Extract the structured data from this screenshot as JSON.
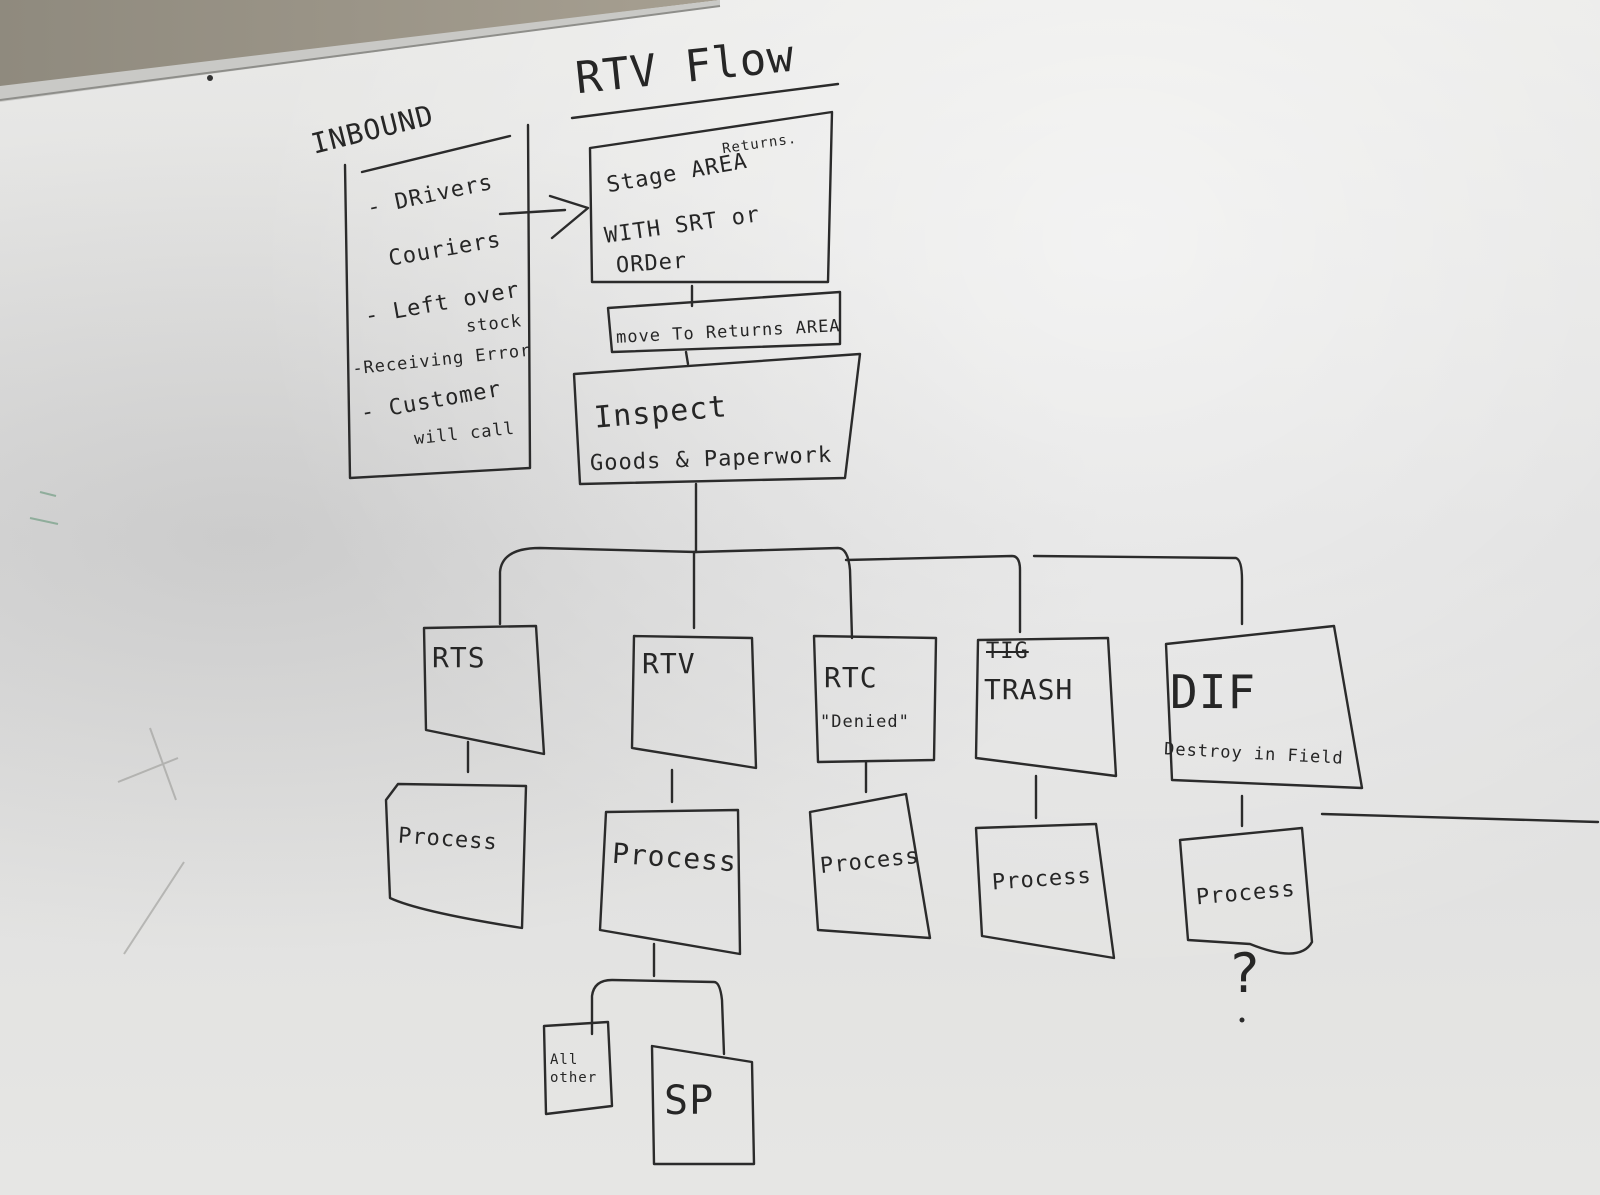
{
  "title": "RTV Flow",
  "inbound": {
    "heading": "INBOUND",
    "items": [
      "- DRivers",
      "Couriers",
      "- Left over",
      "stock",
      "-Receiving Error",
      "- Customer",
      "will call"
    ]
  },
  "stage": {
    "returns_note": "Returns.",
    "lines": [
      "Stage AREA",
      "WITH SRT or",
      "ORDer"
    ]
  },
  "move": {
    "label": "move To Returns AREA"
  },
  "inspect": {
    "lines": [
      "Inspect",
      "Goods & Paperwork"
    ]
  },
  "branches": [
    {
      "code": "RTS",
      "note": "",
      "process": "Process"
    },
    {
      "code": "RTV",
      "note": "",
      "process": "Process"
    },
    {
      "code": "RTC",
      "note": "\"Denied\"",
      "process": "Process"
    },
    {
      "code": "TIG",
      "code2": "TRASH",
      "note": "",
      "process": "Process"
    },
    {
      "code": "DIF",
      "note": "Destroy in Field",
      "process": "Process",
      "question": "?"
    }
  ],
  "rtv_children": [
    "All other",
    "SP"
  ]
}
